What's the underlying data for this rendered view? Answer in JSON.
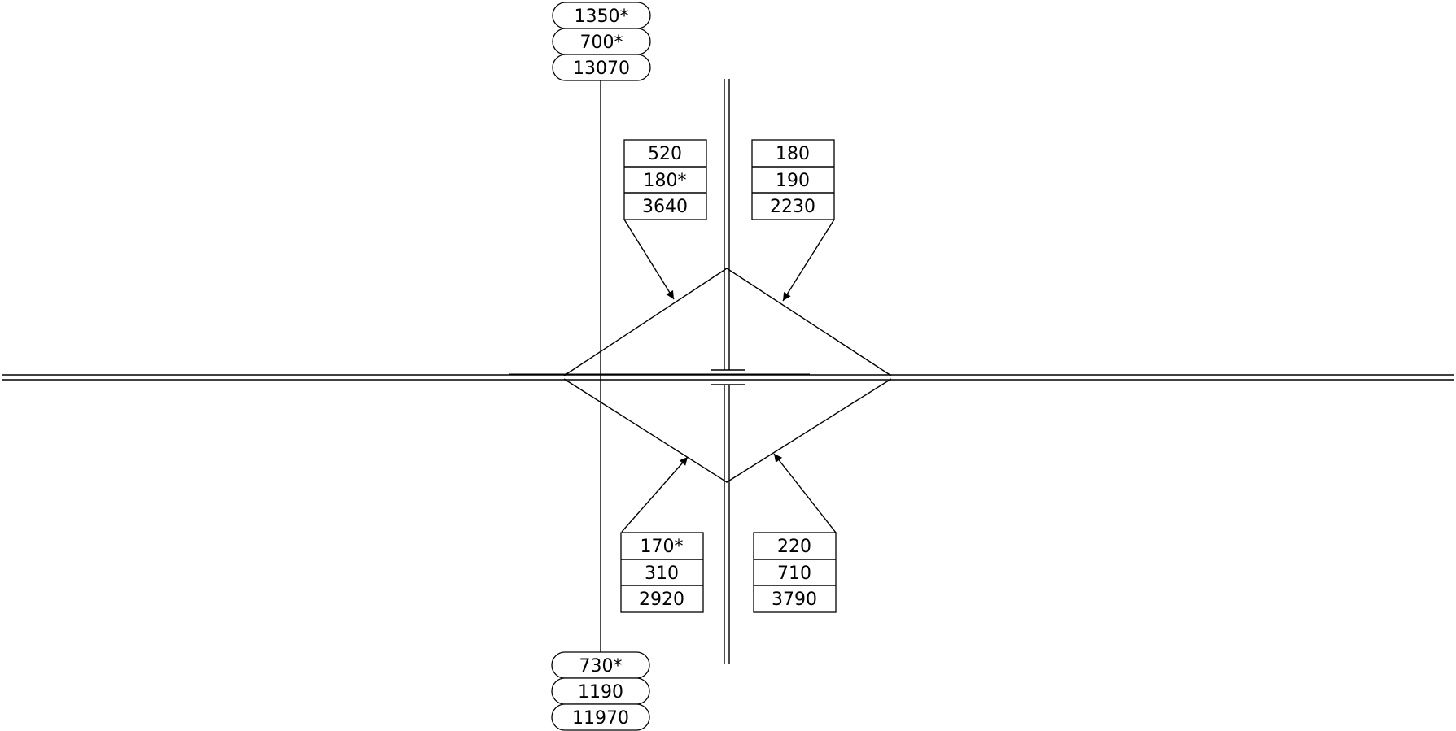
{
  "colors": {
    "line": "#000000",
    "background": "#ffffff"
  },
  "pills": {
    "top": [
      "1350*",
      "700*",
      "13070"
    ],
    "bottom": [
      "730*",
      "1190",
      "11970"
    ]
  },
  "boxes": {
    "top_left": [
      "520",
      "180*",
      "3640"
    ],
    "top_right": [
      "180",
      "190",
      "2230"
    ],
    "bottom_left": [
      "170*",
      "310",
      "2920"
    ],
    "bottom_right": [
      "220",
      "710",
      "3790"
    ]
  }
}
